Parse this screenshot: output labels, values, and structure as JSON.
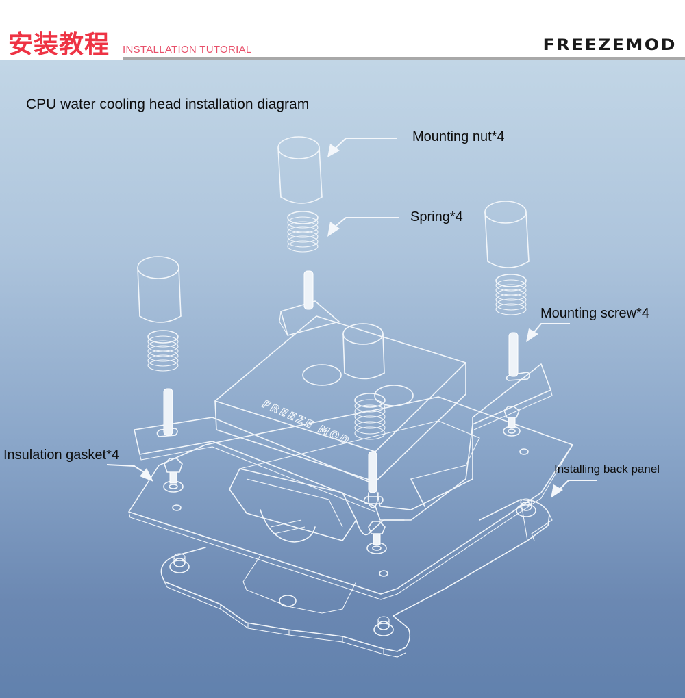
{
  "header": {
    "title_cn": "安装教程",
    "title_en": "INSTALLATION TUTORIAL",
    "brand": "FREEZEMOD"
  },
  "diagram": {
    "title": "CPU water cooling head installation diagram",
    "block_logo": "FREEZE MOD",
    "callouts": {
      "mounting_nut": "Mounting nut*4",
      "spring": "Spring*4",
      "mounting_screw": "Mounting screw*4",
      "insulation_gasket": "Insulation gasket*4",
      "back_panel": "Installing back panel"
    }
  },
  "colors": {
    "title_red": "#ee3344",
    "subtitle_pink": "#e8506a",
    "line_art": "#f2f6fa",
    "bg_top": "#c2d6e6",
    "bg_bottom": "#6181ad"
  }
}
